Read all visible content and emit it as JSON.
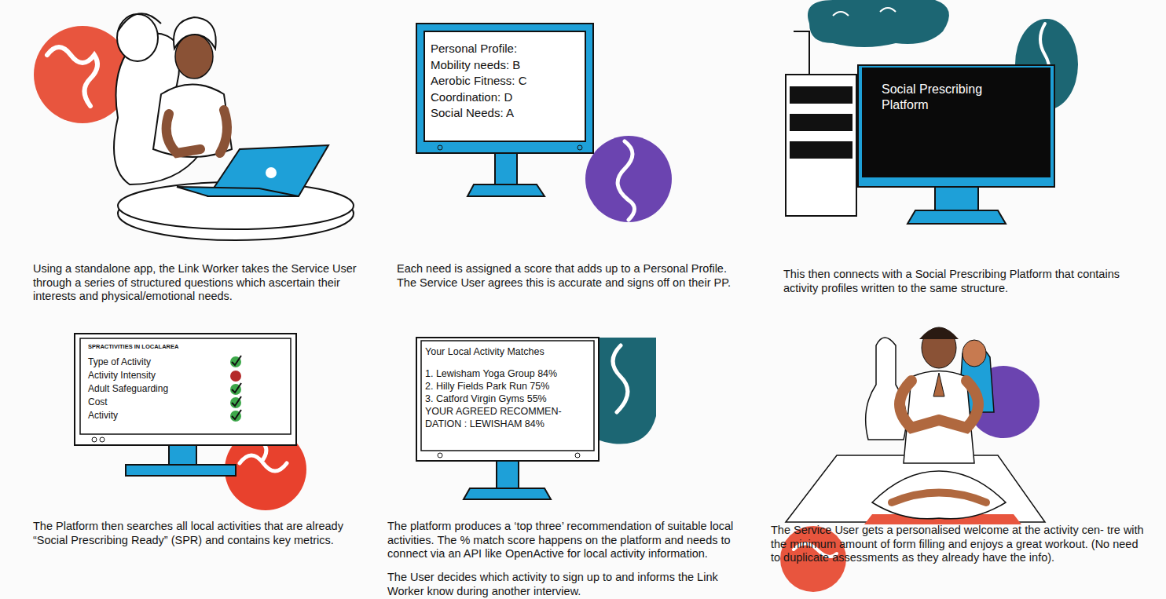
{
  "diagram": {
    "nodes": [
      {
        "text": [
          "Personal Profile:",
          "Mobility needs: B",
          "Aerobic Fitness: C",
          "Coordination: D",
          "Social Needs: A"
        ]
      },
      {
        "text": [
          "Social Prescribing Platform"
        ]
      },
      {
        "text": [
          "SPRACTIVITIES IN LOCALAREA",
          "Type of Activity",
          "Activity Intensity",
          "Adult Safeguarding",
          "Cost",
          "Activity"
        ]
      },
      {
        "text": [
          "Your Local Activity Matches",
          "1. Lewisham Yoga Group 84%",
          "2. Hilly Fields Park Run 75%",
          "3. Catford Virgin Gyms 55%",
          "YOUR AGREED RECOMMEN- DATION : LEWISHAM 84%"
        ]
      }
    ],
    "labels": [
      "Using a standalone app, the Link Worker takes the Service User through a series of structured questions which ascertain their interests and physical/emotional needs.",
      "Each need is assigned a score that adds up to a Personal Profile. The Service User agrees this is accurate and signs off on their PP.",
      "This then connects with a Social Prescribing Platform that contains activity profiles written to the same structure.",
      "The Platform then searches all local activities that are already “Social Prescribing Ready” (SPR) and contains key metrics.",
      "The platform produces a ‘top three’ recommendation of suitable local activities. The % match score happens on the platform and needs to connect via an API like OpenActive for local activity information.",
      "The User decides which activity to sign up to and informs the Link Worker know during another interview.",
      "The Service User gets a personalised welcome at the activity cen- tre with the minimum amount of form filling and enjoys a great workout. (No need to duplicate assessments as they already have the info)."
    ]
  }
}
